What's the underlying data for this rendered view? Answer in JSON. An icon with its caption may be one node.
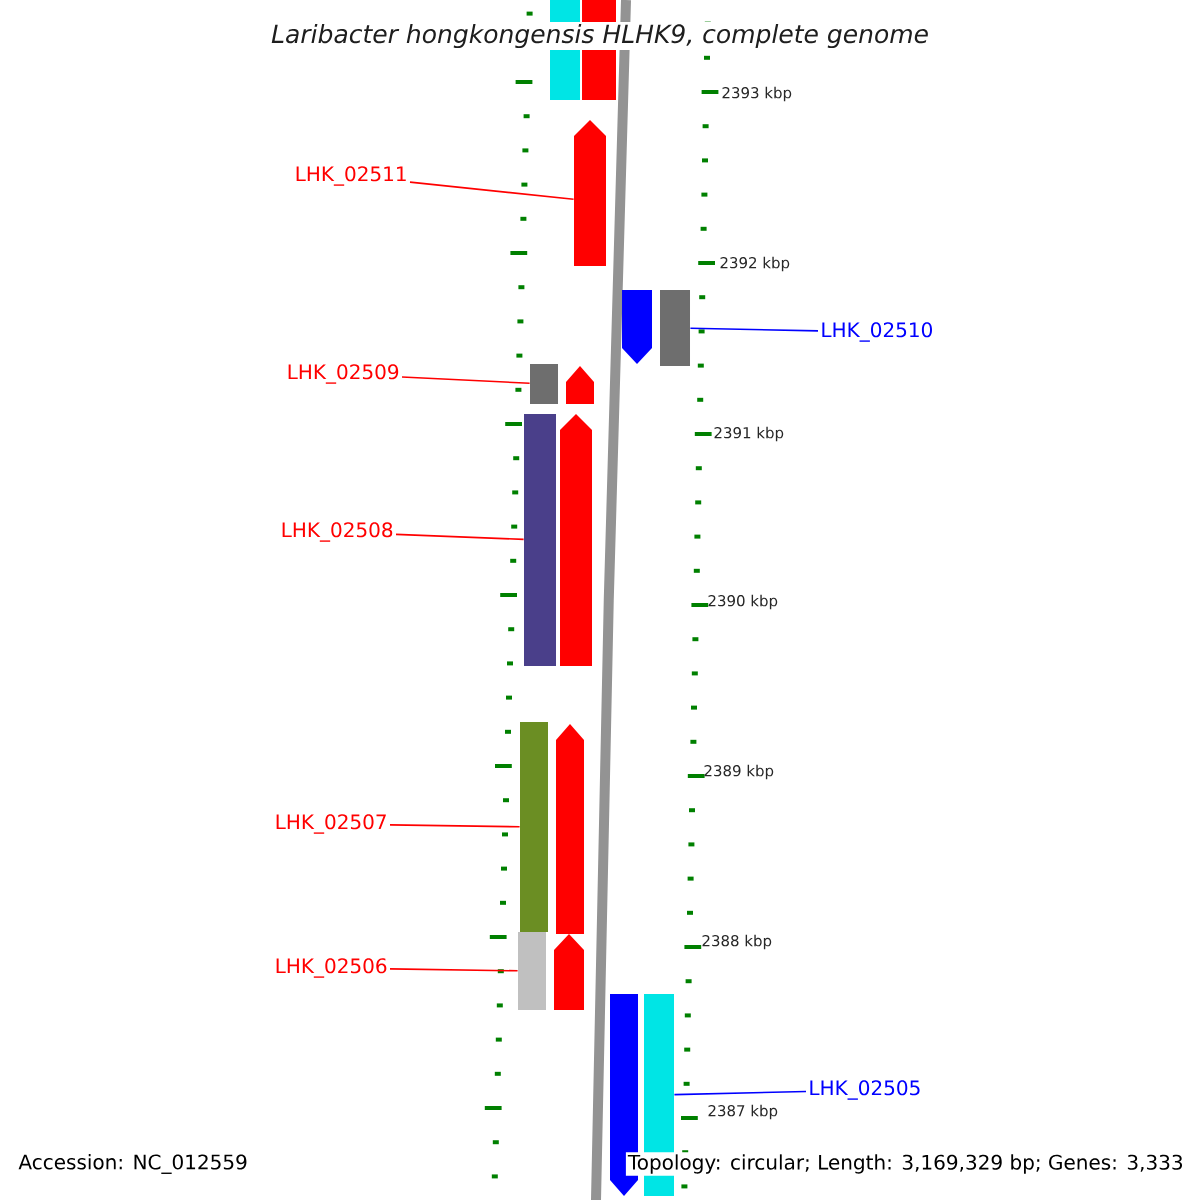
{
  "diagram": {
    "title": "Laribacter hongkongensis HLHK9, complete genome",
    "nodes": [
      {
        "text": [
          "LHK_02511"
        ]
      },
      {
        "text": [
          "LHK_02510"
        ]
      },
      {
        "text": [
          "LHK_02509"
        ]
      },
      {
        "text": [
          "LHK_02508"
        ]
      },
      {
        "text": [
          "LHK_02507"
        ]
      },
      {
        "text": [
          "LHK_02506"
        ]
      },
      {
        "text": [
          "LHK_02505"
        ]
      },
      {
        "text": [],
        "shape": "bar"
      },
      {
        "text": [],
        "shape": "bar"
      },
      {
        "text": [],
        "shape": "bar"
      },
      {
        "text": [],
        "shape": "bar"
      },
      {
        "text": [],
        "shape": "bar"
      },
      {
        "text": [],
        "shape": "bar"
      },
      {
        "text": [],
        "shape": "bar"
      },
      {
        "text": [],
        "shape": "bar"
      },
      {
        "text": [],
        "shape": "bar"
      },
      {
        "text": [],
        "shape": "bar"
      },
      {
        "text": [],
        "shape": "bar"
      },
      {
        "text": [],
        "shape": "bar"
      },
      {
        "text": [],
        "shape": "bar"
      },
      {
        "text": [],
        "shape": "bar"
      },
      {
        "text": [],
        "shape": "bar"
      }
    ],
    "edges": [
      {
        "from": 0,
        "to": 9,
        "arrow": "none"
      },
      {
        "from": 1,
        "to": 11,
        "arrow": "none",
        "color": "#0000ff"
      },
      {
        "from": 2,
        "to": 12,
        "arrow": "none"
      },
      {
        "from": 3,
        "to": 14,
        "arrow": "none"
      },
      {
        "from": 4,
        "to": 16,
        "arrow": "none"
      },
      {
        "from": 5,
        "to": 18,
        "arrow": "none"
      },
      {
        "from": 6,
        "to": 21,
        "arrow": "none",
        "color": "#0000ff"
      }
    ],
    "labels": [
      "2393 kbp",
      "2392 kbp",
      "2391 kbp",
      "2390 kbp",
      "2389 kbp",
      "2388 kbp",
      "2387 kbp",
      "Accession: NC_012559",
      "Topology: circular; Length: 3,169,329 bp; Genes: 3,333"
    ]
  }
}
